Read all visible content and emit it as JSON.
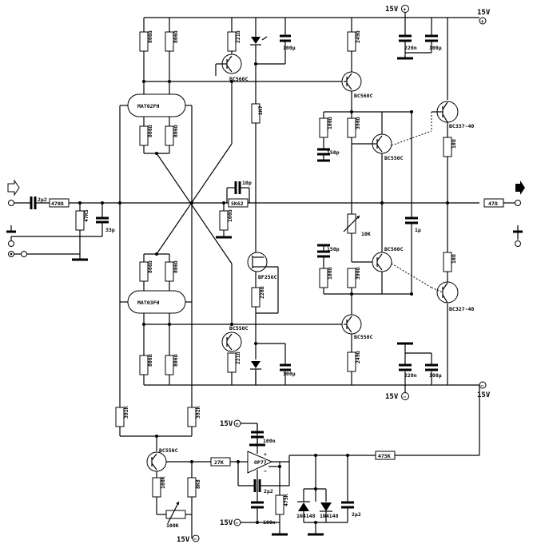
{
  "rails": {
    "pos_label_top": "15V",
    "pos_label_right_top": "15V",
    "neg_label_mid": "15V",
    "neg_label_right_mid": "15V",
    "pos_label_servo": "15V",
    "neg_label_servo": "15V",
    "neg_label_bottom": "15V"
  },
  "resistors": {
    "r1": "806Ω",
    "r2": "806Ω",
    "r3": "806Ω",
    "r4": "806Ω",
    "r5": "806Ω",
    "r6": "806Ω",
    "r7": "806Ω",
    "r8": "806Ω",
    "r221a": "221Ω",
    "r221b": "221Ω",
    "r249a": "249Ω",
    "r249b": "249Ω",
    "r2k7": "2K7",
    "r100a": "100Ω",
    "r390a": "390Ω",
    "r100b": "100Ω",
    "r390b": "390Ω",
    "r10a": "10Ω",
    "r10b": "10Ω",
    "r470": "470Ω",
    "r47k": "47K5",
    "r5k62": "5K62",
    "r1000": "100Ω",
    "r220": "220Ω",
    "r392a": "392K",
    "r392b": "392K",
    "r100k": "100K",
    "r8k": "8K8",
    "r27k": "27K",
    "r475k_fb": "475K",
    "r475k_gnd": "475K",
    "r47_out": "47Ω",
    "pot10k": "10K",
    "pot100k": "100K"
  },
  "capacitors": {
    "c2u2_in": "2µ2",
    "c33p": "33p",
    "c10p": "10p",
    "c100u_a": "100µ",
    "c100u_b": "100µ",
    "c220n_top": "220n",
    "c100u_top": "100µ",
    "c220n_bot": "220n",
    "c100u_bot": "100µ",
    "c150p_a": "150p",
    "c150p_b": "150p",
    "c1u": "1µ",
    "c100n_a": "100n",
    "c100n_b": "100n",
    "c2u2_op": "2µ2",
    "c2u2_out": "2µ2"
  },
  "semis": {
    "mat02": "MAT02FH",
    "mat03": "MAT03FH",
    "q_bc560_a": "BC560C",
    "q_bc560_b": "BC560C",
    "q_bc550_a": "BC550C",
    "q_bc550_b": "BC550C",
    "q_bc560_vbe": "BC560C",
    "q_bc550_vbe": "BC550C",
    "q_bc337": "BC337-40",
    "q_bc327": "BC327-40",
    "q_jfet": "BF256C",
    "q_servo": "BC550C",
    "opamp": "OP77",
    "d1": "1N4148",
    "d2": "1N4148"
  },
  "signs": {
    "plus": "+",
    "minus": "−"
  }
}
